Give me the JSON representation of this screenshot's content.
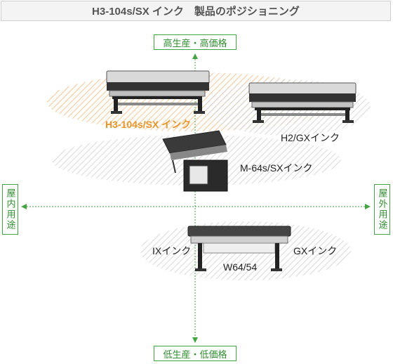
{
  "header": {
    "title": "H3-104s/SX インク　製品のポジショニング"
  },
  "axes": {
    "top": "高生産・高価格",
    "bottom": "低生産・低価格",
    "left": "屋内用途",
    "right": "屋外用途"
  },
  "products": {
    "h3": "H3-104s/SX インク",
    "h2": "H2/GXインク",
    "m64": "M-64s/SXインク",
    "ix": "IXインク",
    "gx": "GXインク",
    "w64": "W64/54"
  },
  "colors": {
    "axis": "#44a444",
    "highlight": "#e8952b",
    "hatch": "#cccccc",
    "highlight_hatch": "#f2b77a"
  }
}
